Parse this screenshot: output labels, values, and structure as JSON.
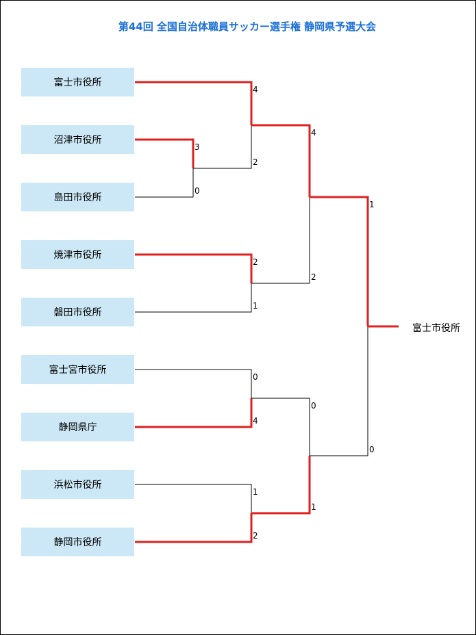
{
  "title": "第44回 全国自治体職員サッカー選手権 静岡県予選大会",
  "teams": [
    "富士市役所",
    "沼津市役所",
    "島田市役所",
    "焼津市役所",
    "磐田市役所",
    "富士宮市役所",
    "静岡県庁",
    "浜松市役所",
    "静岡市役所"
  ],
  "matches": [
    {
      "id": "m_r1",
      "scores": [
        "3",
        "0"
      ],
      "winner": 0
    },
    {
      "id": "m_q1",
      "scores": [
        "4",
        "2"
      ],
      "winner": 0
    },
    {
      "id": "m_q2",
      "scores": [
        "2",
        "1"
      ],
      "winner": 0
    },
    {
      "id": "m_q3",
      "scores": [
        "0",
        "4"
      ],
      "winner": 1
    },
    {
      "id": "m_q4",
      "scores": [
        "1",
        "2"
      ],
      "winner": 1
    },
    {
      "id": "m_s1",
      "scores": [
        "4",
        "2"
      ],
      "winner": 0
    },
    {
      "id": "m_s2",
      "scores": [
        "0",
        "1"
      ],
      "winner": 1
    },
    {
      "id": "m_f",
      "scores": [
        "1",
        "0"
      ],
      "winner": 0
    }
  ],
  "champion": "富士市役所",
  "colors": {
    "winner_line": "#e02020",
    "loser_line": "#000000",
    "title": "#1a6fd6",
    "team_box": "#cce8f6"
  }
}
